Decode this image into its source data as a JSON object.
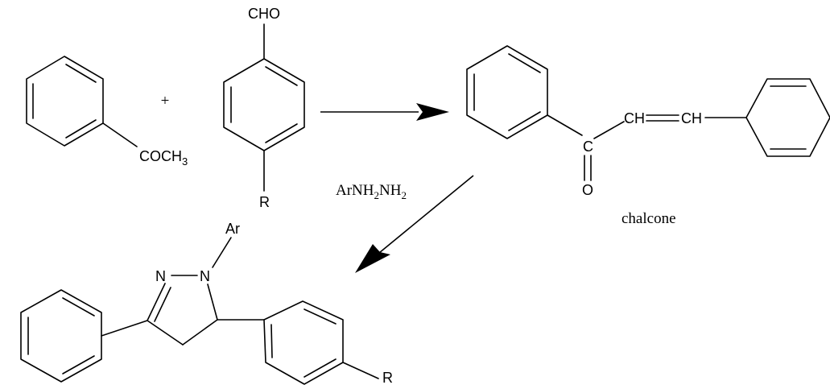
{
  "scheme": {
    "plus_sign": "+",
    "reactant_acetophenone": {
      "group_main": "COCH",
      "group_sub": "3"
    },
    "reactant_aldehyde": {
      "top_group": "CHO",
      "para_group": "R"
    },
    "chalcone": {
      "carbonyl_carbon": "C",
      "carbonyl_oxygen": "O",
      "alkene_left": "CH",
      "alkene_right": "CH",
      "name": "chalcone"
    },
    "reagent": {
      "part1": "ArNH",
      "sub1": "2",
      "part2": "NH",
      "sub2": "2"
    },
    "product": {
      "n_imine": "N",
      "n_amine": "N",
      "n_substituent": "Ar",
      "para_group": "R"
    }
  }
}
